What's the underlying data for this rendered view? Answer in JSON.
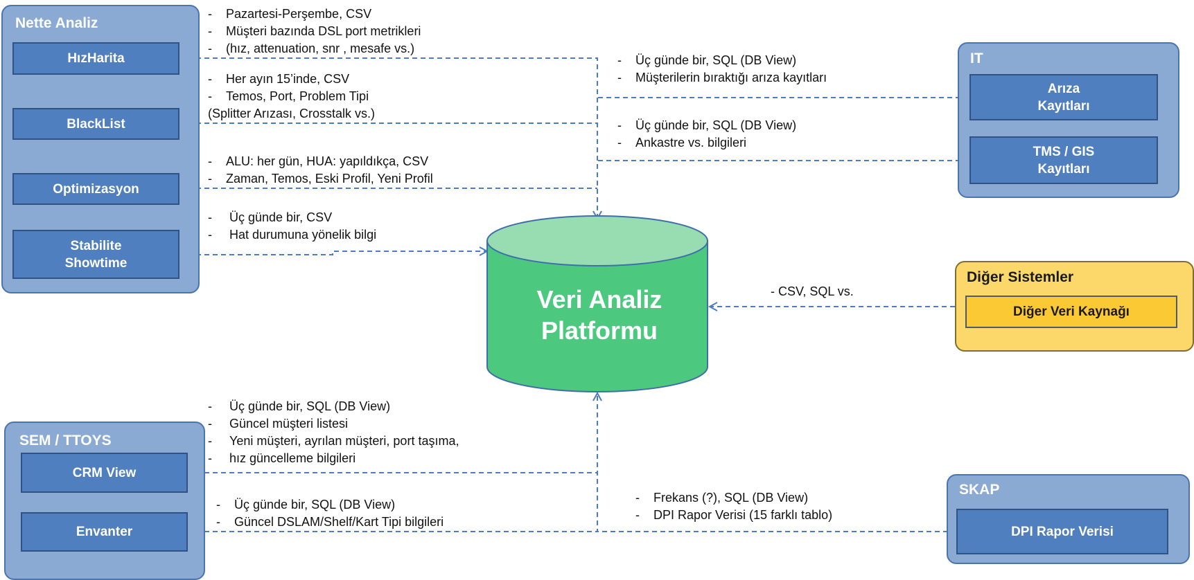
{
  "colors": {
    "group_fill": "#8aa9d3",
    "group_border": "#4a74ad",
    "node_fill": "#4f7fbe",
    "connector": "#4a7cc4",
    "db_fill": "#4cc97f",
    "db_top": "#98ddb2",
    "yellow_group": "#fcd86a",
    "yellow_node": "#fbc933"
  },
  "groups": {
    "nette": {
      "title": "Nette Analiz",
      "items": [
        "HızHarita",
        "BlackList",
        "Optimizasyon",
        "Stabilite Showtime"
      ]
    },
    "it": {
      "title": "IT",
      "items": [
        "Arıza Kayıtları",
        "TMS / GIS Kayıtları"
      ]
    },
    "diger": {
      "title": "Diğer Sistemler",
      "items": [
        "Diğer Veri Kaynağı"
      ]
    },
    "sem": {
      "title": "SEM / TTOYS",
      "items": [
        "CRM View",
        "Envanter"
      ]
    },
    "skap": {
      "title": "SKAP",
      "items": [
        "DPI Rapor Verisi"
      ]
    }
  },
  "database": {
    "label": "Veri Analiz Platformu"
  },
  "notes": {
    "hizharita": [
      "Pazartesi-Perşembe, CSV",
      "Müşteri bazında DSL port metrikleri",
      "(hız, attenuation, snr , mesafe vs.)"
    ],
    "blacklist": [
      "Her ayın 15’inde, CSV",
      "Temos, Port, Problem Tipi",
      "(Splitter Arızası, Crosstalk vs.)"
    ],
    "optimizasyon": [
      "ALU: her gün, HUA:  yapıldıkça, CSV",
      "Zaman, Temos, Eski Profil, Yeni Profil"
    ],
    "stabilite": [
      "Üç  günde bir, CSV",
      "Hat durumuna  yönelik bilgi"
    ],
    "ariza": [
      "Üç  günde bir, SQL (DB View)",
      "Müşterilerin bıraktığı arıza kayıtları"
    ],
    "tms": [
      "Üç  günde bir, SQL (DB View)",
      "Ankastre vs. bilgileri"
    ],
    "diger": [
      "- CSV, SQL vs."
    ],
    "crm": [
      "Üç  günde bir, SQL (DB View)",
      "Güncel müşteri listesi",
      "Yeni müşteri, ayrılan müşteri, port taşıma,",
      "hız güncelleme bilgileri"
    ],
    "envanter": [
      "Üç  günde bir, SQL (DB View)",
      "Güncel DSLAM/Shelf/Kart Tipi bilgileri"
    ],
    "skap": [
      "Frekans (?), SQL (DB View)",
      "DPI Rapor Verisi (15 farklı tablo)"
    ]
  }
}
